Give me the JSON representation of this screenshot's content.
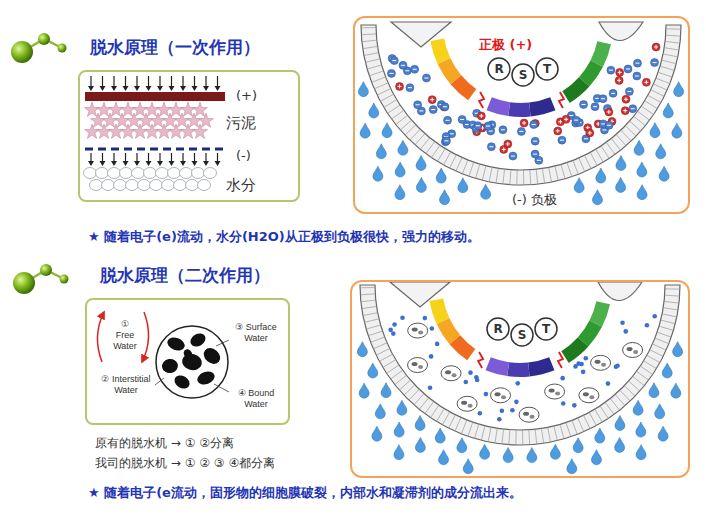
{
  "diagram": {
    "nodes": [
      {
        "text": [
          "(+)",
          "污泥",
          "(-)",
          "水分"
        ]
      },
      {
        "text": [
          "正极 (+)",
          "(-) 负极"
        ]
      },
      {
        "text": [
          "R"
        ],
        "in": 1
      },
      {
        "text": [
          "S"
        ],
        "in": 1
      },
      {
        "text": [
          "T"
        ],
        "in": 1
      },
      {
        "text": [
          "① Free Water",
          "② Interstitial Water",
          "③ Surface Water",
          "④ Bound Water"
        ]
      },
      {
        "text": []
      },
      {
        "text": [
          "R"
        ],
        "in": 6
      },
      {
        "text": [
          "S"
        ],
        "in": 6
      },
      {
        "text": [
          "T"
        ],
        "in": 6
      }
    ],
    "labels": [
      "脱水原理（一次作用）",
      "★ 随着电子(e)流动，水分(H2O)从正极到负极很快，强力的移动。",
      "脱水原理（二次作用）",
      "原有的脱水机 → ① ②分离",
      "我司的脱水机 → ① ② ③ ④都分离",
      "★ 随着电子(e流动，固形物的细胞膜破裂，内部水和凝滞剂的成分流出来。"
    ]
  }
}
